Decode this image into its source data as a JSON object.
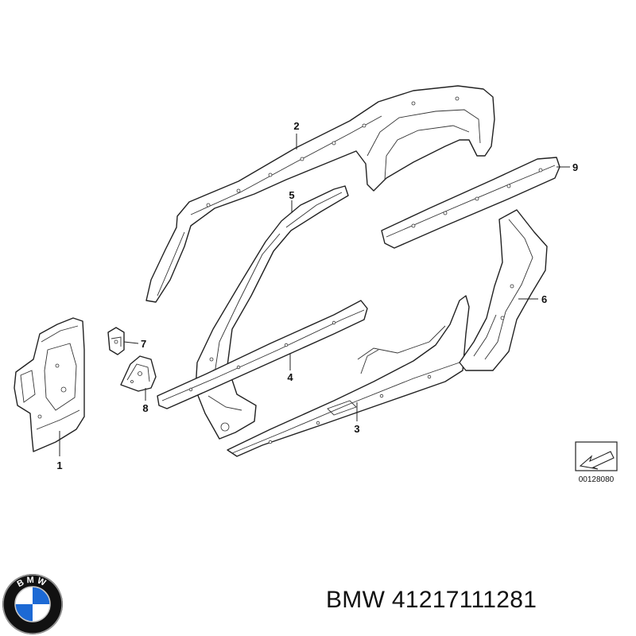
{
  "callouts": [
    {
      "id": "1",
      "label": "1"
    },
    {
      "id": "2",
      "label": "2"
    },
    {
      "id": "3",
      "label": "3"
    },
    {
      "id": "4",
      "label": "4"
    },
    {
      "id": "5",
      "label": "5"
    },
    {
      "id": "6",
      "label": "6"
    },
    {
      "id": "7",
      "label": "7"
    },
    {
      "id": "8",
      "label": "8"
    },
    {
      "id": "9",
      "label": "9"
    }
  ],
  "diagram_ref": "00128080",
  "caption": {
    "brand": "BMW",
    "part_number": "41217111281"
  },
  "logo": {
    "name": "bmw-roundel-logo",
    "text": "BMW",
    "colors": {
      "blue": "#1c69d4",
      "ring": "#111111",
      "white": "#ffffff"
    }
  }
}
